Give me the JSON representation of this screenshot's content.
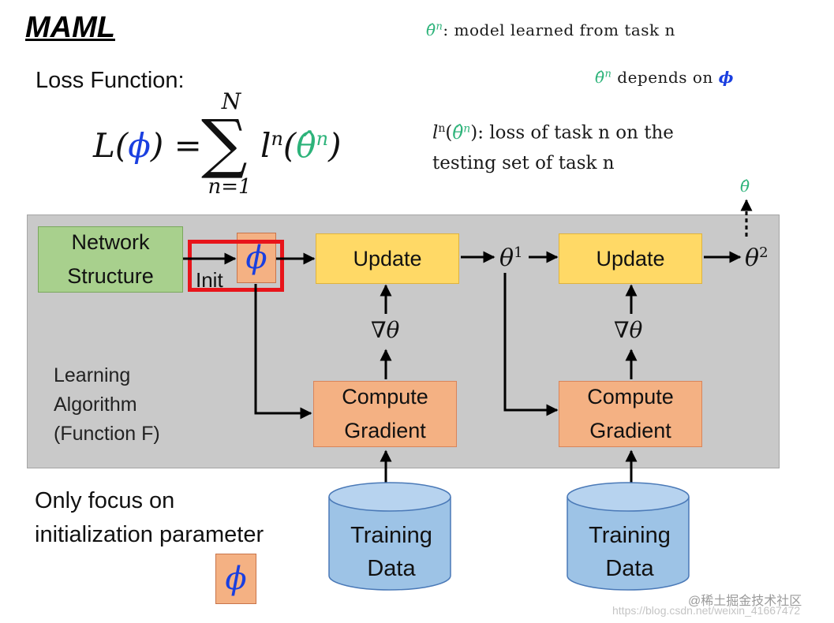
{
  "title": "MAML",
  "legend": {
    "line1_text": ": model learned from task n",
    "line2_text": "depends on"
  },
  "loss": {
    "label": "Loss Function:",
    "sum_upper": "N",
    "sum_lower": "n=1",
    "desc_line1": ": loss of task n on the",
    "desc_line2": "testing set of task n"
  },
  "algo_box": {
    "label": [
      "Learning",
      "Algorithm",
      "(Function F)"
    ],
    "network_structure": [
      "Network",
      "Structure"
    ],
    "init": "Init",
    "update": "Update",
    "compute_gradient": [
      "Compute",
      "Gradient"
    ],
    "grad_label": "∇θ",
    "theta1": "θ",
    "theta1_sup": "1",
    "theta2": "θ",
    "theta2_sup": "2",
    "theta_hat": "θ̂",
    "phi": "ϕ"
  },
  "training_data": [
    "Training",
    "Data"
  ],
  "footer": {
    "line1": "Only focus on",
    "line2": "initialization parameter"
  },
  "watermark": {
    "line1": "@稀土掘金技术社区",
    "line2": "https://blog.csdn.net/weixin_41667472"
  },
  "colors": {
    "gray_box": "#c9c9c9",
    "network": "#a8d08d",
    "update": "#ffd966",
    "compute": "#f4b183",
    "cylinder": "#9dc3e6",
    "highlight": "#e8141a",
    "phi_blue": "#1a3fe0",
    "theta_green": "#2db37a"
  }
}
